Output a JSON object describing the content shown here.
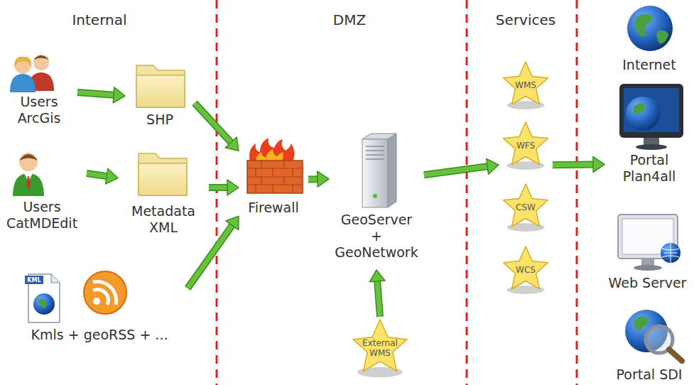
{
  "diagram": {
    "nodes": [
      {
        "text": [
          "Users ArcGis"
        ]
      },
      {
        "text": [
          "SHP"
        ]
      },
      {
        "text": [
          "Users CatMDEdit"
        ]
      },
      {
        "text": [
          "Metadata XML"
        ]
      },
      {
        "text": [
          "Kmls + geoRSS + ..."
        ]
      },
      {
        "text": [
          "Firewall"
        ]
      },
      {
        "text": [
          "GeoServer + GeoNetwork"
        ]
      },
      {
        "text": [
          "External WMS"
        ]
      },
      {
        "text": [
          "WMS"
        ]
      },
      {
        "text": [
          "WFS"
        ]
      },
      {
        "text": [
          "CSW"
        ]
      },
      {
        "text": [
          "WCS"
        ]
      },
      {
        "text": [
          "Internet"
        ]
      },
      {
        "text": [
          "Portal Plan4all"
        ]
      },
      {
        "text": [
          "Web Server"
        ]
      },
      {
        "text": [
          "Portal SDI"
        ]
      }
    ],
    "edges": [
      {
        "from": 0,
        "to": 1,
        "arrow": "to"
      },
      {
        "from": 2,
        "to": 3,
        "arrow": "to"
      },
      {
        "from": 1,
        "to": 5,
        "arrow": "to"
      },
      {
        "from": 3,
        "to": 5,
        "arrow": "to"
      },
      {
        "from": 4,
        "to": 5,
        "arrow": "to"
      },
      {
        "from": 5,
        "to": 6,
        "arrow": "to"
      },
      {
        "from": 7,
        "to": 6,
        "arrow": "to"
      },
      {
        "from": 6,
        "to": 9,
        "arrow": "to"
      },
      {
        "from": 9,
        "to": 13,
        "arrow": "to"
      }
    ],
    "labels": [
      "Internal",
      "DMZ",
      "Services",
      "KML"
    ]
  }
}
